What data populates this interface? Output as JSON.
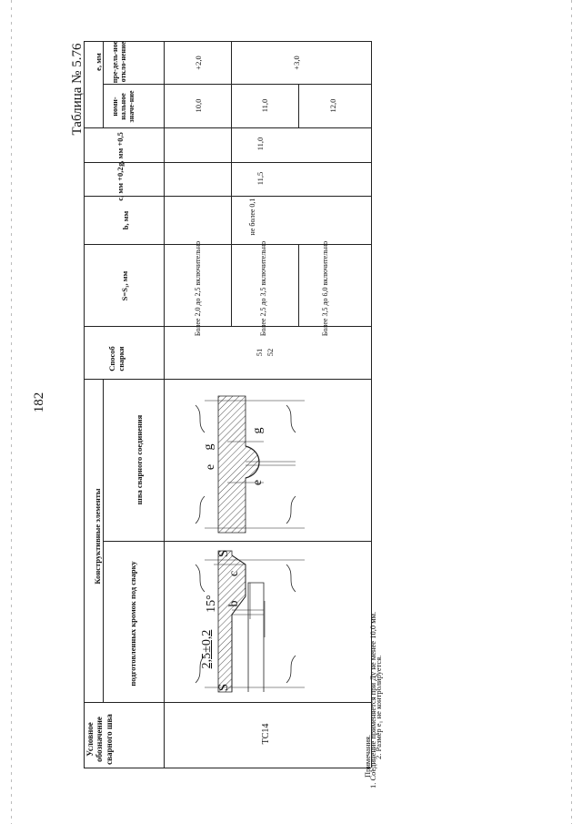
{
  "page_number": "182",
  "table_title": "Таблица № 5.76",
  "headers": {
    "designation": "Условное обозначение сварного шва",
    "constructive": "Конструктивные элементы",
    "prepared_edges": "подготовленных кромок под сварку",
    "weld_seam": "шва сварного соединения",
    "method": "Способ сварки",
    "thickness": "S=S₁, мм",
    "b": "b, мм",
    "c": "c, мм +0,2",
    "g": "g, мм +0,5",
    "e": "e, мм",
    "e_nominal": "номи-нальное значе-ние",
    "e_deviation": "пре-дель-ное откло-нение"
  },
  "row": {
    "designation": "ТС14",
    "methods": [
      "51",
      "52"
    ],
    "thickness": [
      "Более 2,0 до 2,5 включительно",
      "Более 2,5 до 3,5 включительно",
      "Более 3,5 до 6,0 включительно"
    ],
    "b": "не более 0,1",
    "c": "11,5",
    "g": "11,0",
    "e_nominal": [
      "10,0",
      "11,0",
      "12,0"
    ],
    "e_deviation": [
      "+2,0",
      "+3,0"
    ]
  },
  "drawing_labels": {
    "dim_left": "2,5±0,2",
    "angle": "15°",
    "b": "b",
    "c": "c",
    "s": "S",
    "s1": "S",
    "e": "e",
    "g": "g",
    "e1": "e"
  },
  "notes": {
    "title": "Примечания.",
    "items": [
      "1. Соединение применяется при Ду не менее 10,0 мм.",
      "2. Размер e₁ не контролируется."
    ]
  }
}
